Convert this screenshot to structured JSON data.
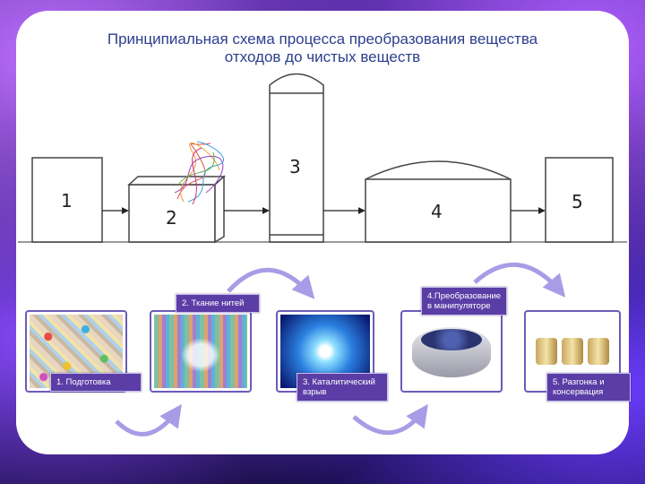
{
  "title_line1": "Принципиальная схема процесса преобразования вещества",
  "title_line2": "отходов до чистых веществ",
  "units": [
    "1",
    "2",
    "3",
    "4",
    "5"
  ],
  "steps": [
    {
      "label": "1. Подготовка",
      "icon": "plastic-granules-photo"
    },
    {
      "label": "2. Ткание нитей",
      "icon": "woven-threads-photo"
    },
    {
      "label": "3. Каталитический взрыв",
      "icon": "light-burst-photo"
    },
    {
      "label": "4.Преобразование в манипуляторе",
      "icon": "centrifuge-photo"
    },
    {
      "label": "5. Разгонка и консервация",
      "icon": "cans-photo"
    }
  ],
  "colors": {
    "accent": "#5b3da6",
    "title": "#2c3e8f",
    "arrow_arc": "#a99ce6"
  }
}
